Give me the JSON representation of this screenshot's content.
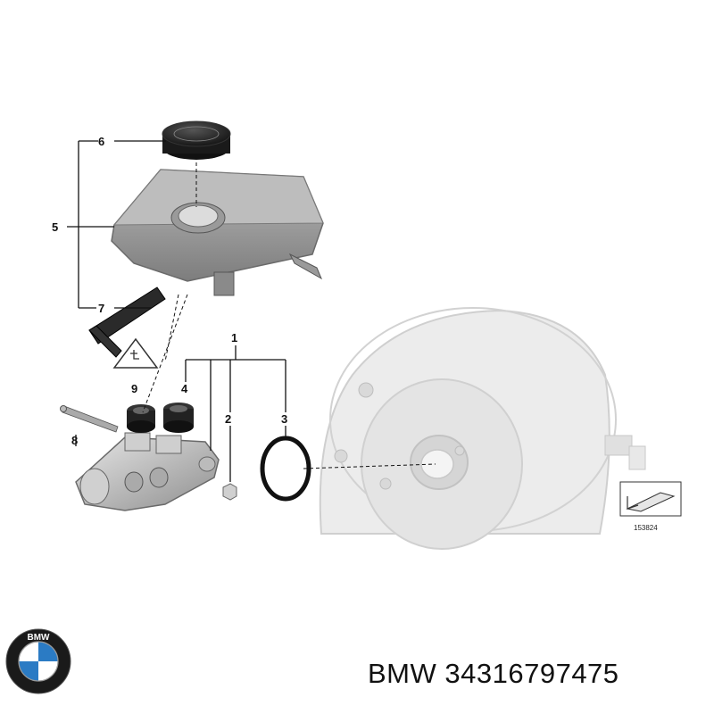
{
  "callouts": {
    "c1": "1",
    "c2": "2",
    "c3": "3",
    "c4": "4",
    "c5": "5",
    "c6": "6",
    "c7": "7",
    "c8": "8",
    "c9": "9"
  },
  "diagram_ref": "153824",
  "logo": {
    "text": "BMW",
    "colors": {
      "ring": "#1a1a1a",
      "blue": "#2b7bc4",
      "white": "#ffffff"
    }
  },
  "caption": {
    "brand": "BMW",
    "part_number": "34316797475"
  }
}
